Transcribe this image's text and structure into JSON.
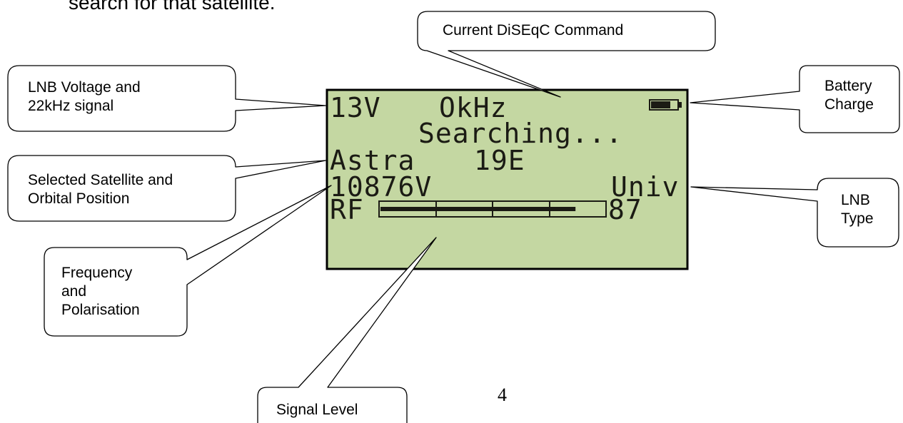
{
  "intro_text": "search for that satellite.",
  "callouts": {
    "diseqc": "Current DiSEqC Command",
    "lnb_voltage": "LNB Voltage and\n22kHz signal",
    "battery": "Battery\nCharge",
    "satellite": "Selected Satellite and\nOrbital Position",
    "lnb_type": "LNB\nType",
    "frequency": "Frequency\nand\nPolarisation",
    "signal": "Signal Level"
  },
  "lcd": {
    "voltage": "13V",
    "tone": "OkHz",
    "status": "Searching...",
    "satellite": "Astra",
    "position": "19E",
    "frequency": "10876V",
    "lnb_type": "Univ",
    "rf_label": "RF",
    "rf_value": "87",
    "rf_level_fraction": 0.87,
    "battery_level_fraction": 0.75
  },
  "colors": {
    "lcd_background": "#c4d7a2",
    "lcd_text": "#1b1b14"
  },
  "page_number": "4"
}
